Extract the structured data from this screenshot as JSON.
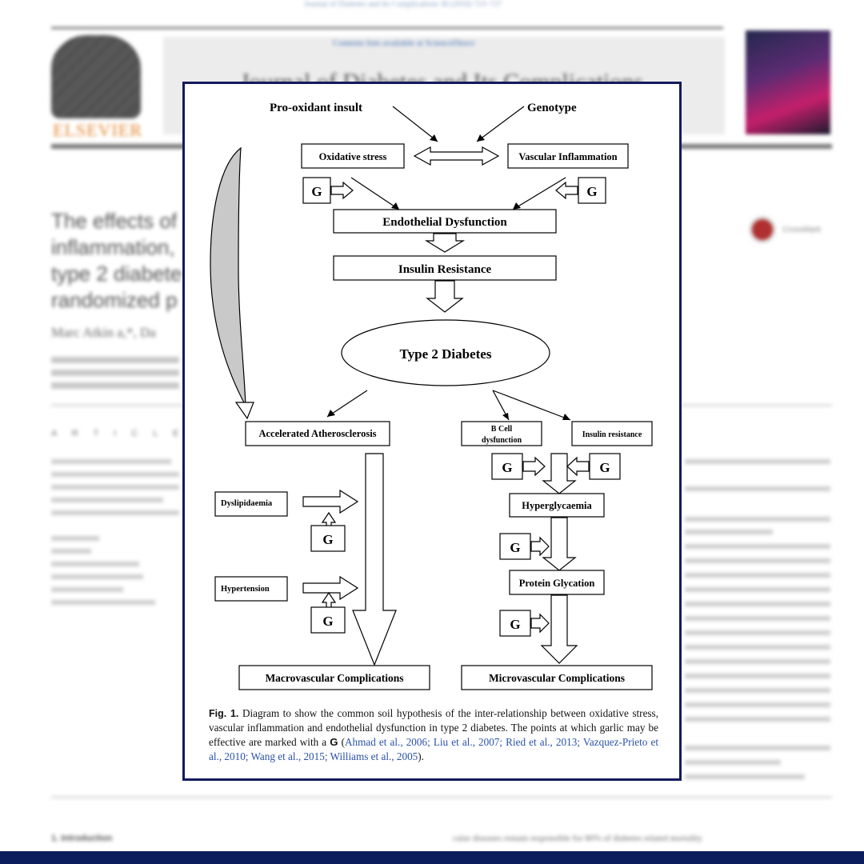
{
  "background_page": {
    "journal_ref": "Journal of Diabetes and Its Complications 30 (2016) 723–727",
    "contents_prefix": "Contents lists available at ",
    "contents_link": "ScienceDirect",
    "journal_title": "Journal of Diabetes and Its Complications",
    "publisher": "ELSEVIER",
    "crossmark": "CrossMark",
    "title_lines": [
      "The effects of",
      "inflammation,",
      "type 2 diabete",
      "randomized p"
    ],
    "authors": "Marc Atkin a,*, Da",
    "article_info_heading": "A R T I C L E   I N F",
    "intro_heading": "1. Introduction",
    "intro_text": "cular diseases remain responsible for 80% of diabetes related mortality"
  },
  "figure": {
    "nodes": {
      "pro_oxidant": "Pro-oxidant insult",
      "genotype": "Genotype",
      "oxidative_stress": "Oxidative stress",
      "vascular_inflammation": "Vascular Inflammation",
      "endothelial_dysfunction": "Endothelial Dysfunction",
      "insulin_resistance_main": "Insulin Resistance",
      "type2_diabetes": "Type 2 Diabetes",
      "accelerated_atherosclerosis": "Accelerated Atherosclerosis",
      "b_cell_line1": "B Cell",
      "b_cell_line2": "dysfunction",
      "insulin_resistance_small": "Insulin resistance",
      "hyperglycaemia": "Hyperglycaemia",
      "protein_glycation": "Protein Glycation",
      "dyslipidaemia": "Dyslipidaemia",
      "hypertension": "Hypertension",
      "macrovascular": "Macrovascular Complications",
      "microvascular": "Microvascular Complications",
      "garlic_marker": "G"
    },
    "caption": {
      "label": "Fig. 1.",
      "text_1": " Diagram to show the common soil hypothesis of the inter-relationship between oxidative stress, vascular inflammation and endothelial dysfunction in type 2 diabetes. The points at which garlic may be effective are marked with a ",
      "marker": "G",
      "text_2": " (",
      "citations": "Ahmad et al., 2006; Liu et al., 2007; Ried et al., 2013; Vazquez-Prieto et al., 2010; Wang et al., 2015; Williams et al., 2005",
      "text_3": ")."
    }
  }
}
